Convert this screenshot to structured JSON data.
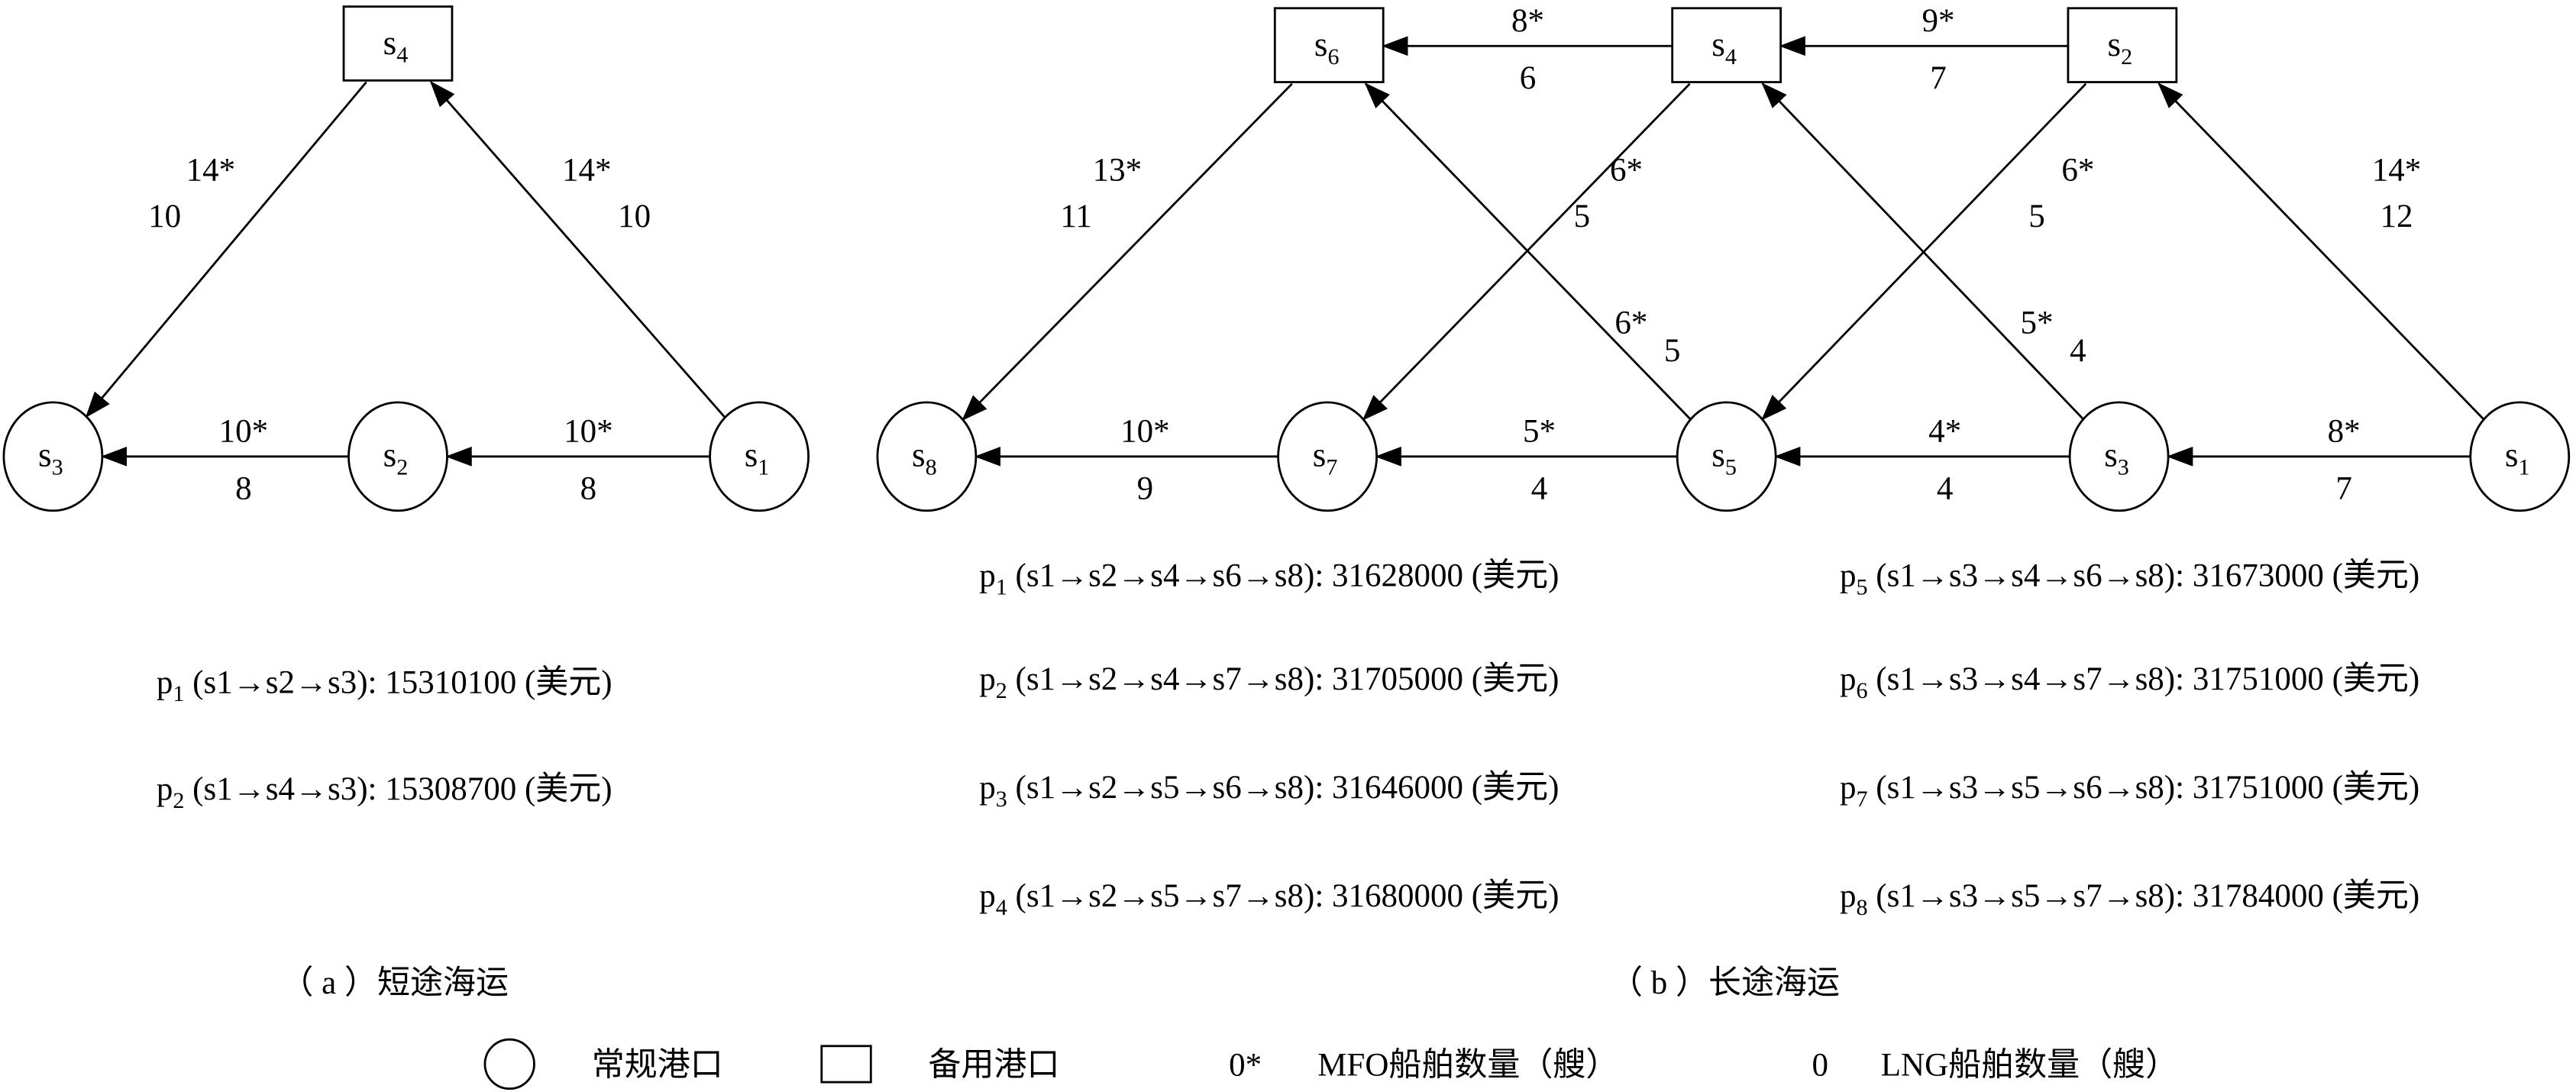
{
  "diagrams": [
    {
      "id": "a",
      "caption": "（ a ）短途海运",
      "nodes": [
        {
          "id": "s4",
          "base": "s",
          "sub": "4",
          "shape": "square"
        },
        {
          "id": "s3",
          "base": "s",
          "sub": "3",
          "shape": "circle"
        },
        {
          "id": "s2",
          "base": "s",
          "sub": "2",
          "shape": "circle"
        },
        {
          "id": "s1",
          "base": "s",
          "sub": "1",
          "shape": "circle"
        }
      ],
      "edges": [
        {
          "from": "s4",
          "to": "s3",
          "mfo": "14*",
          "lng": "10"
        },
        {
          "from": "s1",
          "to": "s4",
          "mfo": "14*",
          "lng": "10"
        },
        {
          "from": "s2",
          "to": "s3",
          "mfo": "10*",
          "lng": "8"
        },
        {
          "from": "s1",
          "to": "s2",
          "mfo": "10*",
          "lng": "8"
        }
      ],
      "paths": [
        {
          "base": "p",
          "sub": "1",
          "route": " (s1→s2→s3): 15310100 (美元)"
        },
        {
          "base": "p",
          "sub": "2",
          "route": " (s1→s4→s3): 15308700 (美元)"
        }
      ]
    },
    {
      "id": "b",
      "caption": "（ b ）长途海运",
      "nodes": [
        {
          "id": "s6",
          "base": "s",
          "sub": "6",
          "shape": "square"
        },
        {
          "id": "s4",
          "base": "s",
          "sub": "4",
          "shape": "square"
        },
        {
          "id": "s2",
          "base": "s",
          "sub": "2",
          "shape": "square"
        },
        {
          "id": "s8",
          "base": "s",
          "sub": "8",
          "shape": "circle"
        },
        {
          "id": "s7",
          "base": "s",
          "sub": "7",
          "shape": "circle"
        },
        {
          "id": "s5",
          "base": "s",
          "sub": "5",
          "shape": "circle"
        },
        {
          "id": "s3",
          "base": "s",
          "sub": "3",
          "shape": "circle"
        },
        {
          "id": "s1",
          "base": "s",
          "sub": "1",
          "shape": "circle"
        }
      ],
      "edges": [
        {
          "from": "s4",
          "to": "s6",
          "mfo": "8*",
          "lng": "6"
        },
        {
          "from": "s2",
          "to": "s4",
          "mfo": "9*",
          "lng": "7"
        },
        {
          "from": "s6",
          "to": "s8",
          "mfo": "13*",
          "lng": "11"
        },
        {
          "from": "s4",
          "to": "s7",
          "mfo": "6*",
          "lng": "5"
        },
        {
          "from": "s2",
          "to": "s5",
          "mfo": "6*",
          "lng": "5"
        },
        {
          "from": "s1",
          "to": "s2",
          "mfo": "14*",
          "lng": "12"
        },
        {
          "from": "s5",
          "to": "s6",
          "mfo": "6*",
          "lng": "5"
        },
        {
          "from": "s3",
          "to": "s4",
          "mfo": "5*",
          "lng": "4"
        },
        {
          "from": "s7",
          "to": "s8",
          "mfo": "10*",
          "lng": "9"
        },
        {
          "from": "s5",
          "to": "s7",
          "mfo": "5*",
          "lng": "4"
        },
        {
          "from": "s3",
          "to": "s5",
          "mfo": "4*",
          "lng": "4"
        },
        {
          "from": "s1",
          "to": "s3",
          "mfo": "8*",
          "lng": "7"
        }
      ],
      "paths": [
        {
          "base": "p",
          "sub": "1",
          "route": " (s1→s2→s4→s6→s8): 31628000 (美元)"
        },
        {
          "base": "p",
          "sub": "2",
          "route": " (s1→s2→s4→s7→s8): 31705000 (美元)"
        },
        {
          "base": "p",
          "sub": "3",
          "route": " (s1→s2→s5→s6→s8): 31646000 (美元)"
        },
        {
          "base": "p",
          "sub": "4",
          "route": " (s1→s2→s5→s7→s8): 31680000 (美元)"
        },
        {
          "base": "p",
          "sub": "5",
          "route": " (s1→s3→s4→s6→s8): 31673000 (美元)"
        },
        {
          "base": "p",
          "sub": "6",
          "route": " (s1→s3→s4→s7→s8): 31751000 (美元)"
        },
        {
          "base": "p",
          "sub": "7",
          "route": " (s1→s3→s5→s6→s8): 31751000 (美元)"
        },
        {
          "base": "p",
          "sub": "8",
          "route": " (s1→s3→s5→s7→s8): 31784000 (美元)"
        }
      ]
    }
  ],
  "legend": {
    "regular_port": "常规港口",
    "backup_port": "备用港口",
    "mfo_symbol": "0*",
    "mfo_label": "MFO船舶数量（艘）",
    "lng_symbol": "0",
    "lng_label": "LNG船舶数量（艘）"
  }
}
